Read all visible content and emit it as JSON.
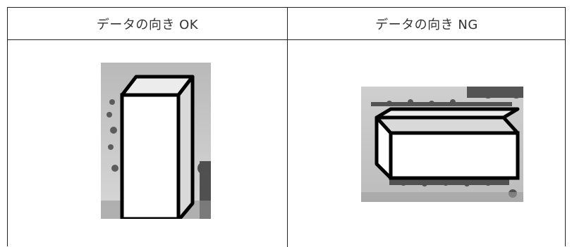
{
  "table": {
    "columns": [
      {
        "label": "データの向き OK"
      },
      {
        "label": "データの向き NG"
      }
    ]
  },
  "images": {
    "ok": {
      "orientation": "portrait",
      "subject": "box-icon"
    },
    "ng": {
      "orientation": "landscape",
      "subject": "box-icon"
    }
  }
}
